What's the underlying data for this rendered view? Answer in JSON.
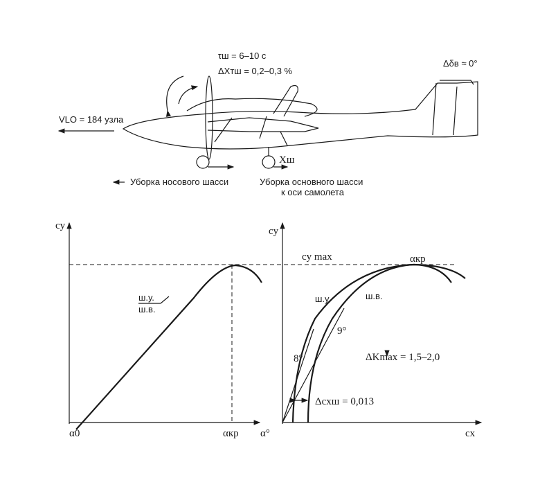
{
  "aircraft": {
    "tau": "τш = 6–10 с",
    "delta_x": "ΔXтш = 0,2–0,3 %",
    "delta_elevator": "Δδв ≈ 0°",
    "v_lo": "VLO = 184 узла",
    "x_gear": "Xш",
    "nose_gear": "Уборка носового шасси",
    "main_gear_1": "Уборка основного шасси",
    "main_gear_2": "к оси самолета"
  },
  "left_chart": {
    "ylabel": "cy",
    "xlabel": "α°",
    "alpha0": "α0",
    "alpha_cr": "αкр",
    "label_top": "ш.у.",
    "label_bottom": "ш.в."
  },
  "right_chart": {
    "ylabel": "cy",
    "xlabel": "cx",
    "cymax": "cy max",
    "alpha_cr": "αкр",
    "curve1": "ш.у.",
    "curve2": "ш.в.",
    "angle1": "8°",
    "angle2": "9°",
    "dk": "ΔKmax = 1,5–2,0",
    "dcx": "Δcxш = 0,013"
  }
}
